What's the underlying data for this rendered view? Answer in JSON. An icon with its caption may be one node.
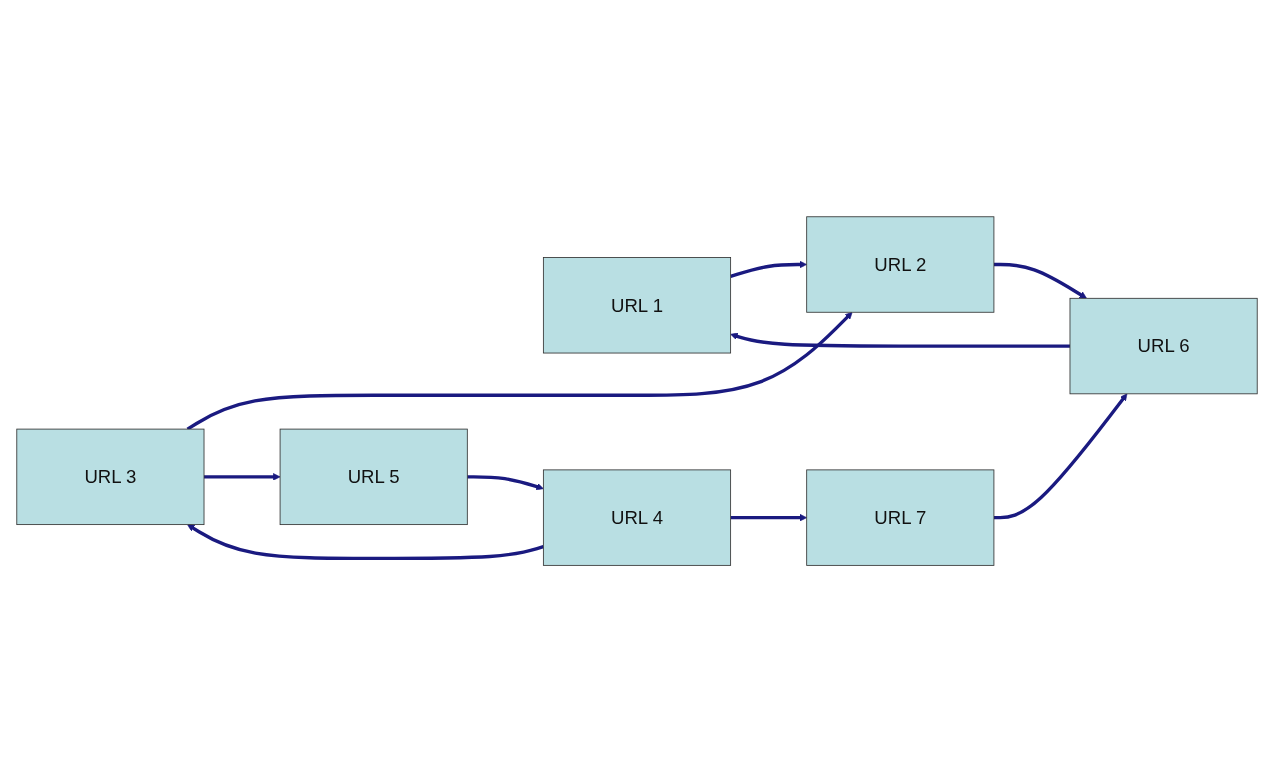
{
  "diagram": {
    "nodes": [
      {
        "text": [
          "URL 1"
        ]
      },
      {
        "text": [
          "URL 2"
        ]
      },
      {
        "text": [
          "URL 3"
        ]
      },
      {
        "text": [
          "URL 4"
        ]
      },
      {
        "text": [
          "URL 5"
        ]
      },
      {
        "text": [
          "URL 6"
        ]
      },
      {
        "text": [
          "URL 7"
        ]
      }
    ],
    "edges": [
      {
        "from": 0,
        "to": 1,
        "arrow": "to"
      },
      {
        "from": 2,
        "to": 1,
        "arrow": "to"
      },
      {
        "from": 1,
        "to": 5,
        "arrow": "to"
      },
      {
        "from": 5,
        "to": 0,
        "arrow": "to"
      },
      {
        "from": 3,
        "to": 2,
        "arrow": "to"
      },
      {
        "from": 2,
        "to": 4,
        "arrow": "to"
      },
      {
        "from": 4,
        "to": 3,
        "arrow": "to"
      },
      {
        "from": 6,
        "to": 5,
        "arrow": "to"
      },
      {
        "from": 3,
        "to": 6,
        "arrow": "to"
      }
    ]
  }
}
